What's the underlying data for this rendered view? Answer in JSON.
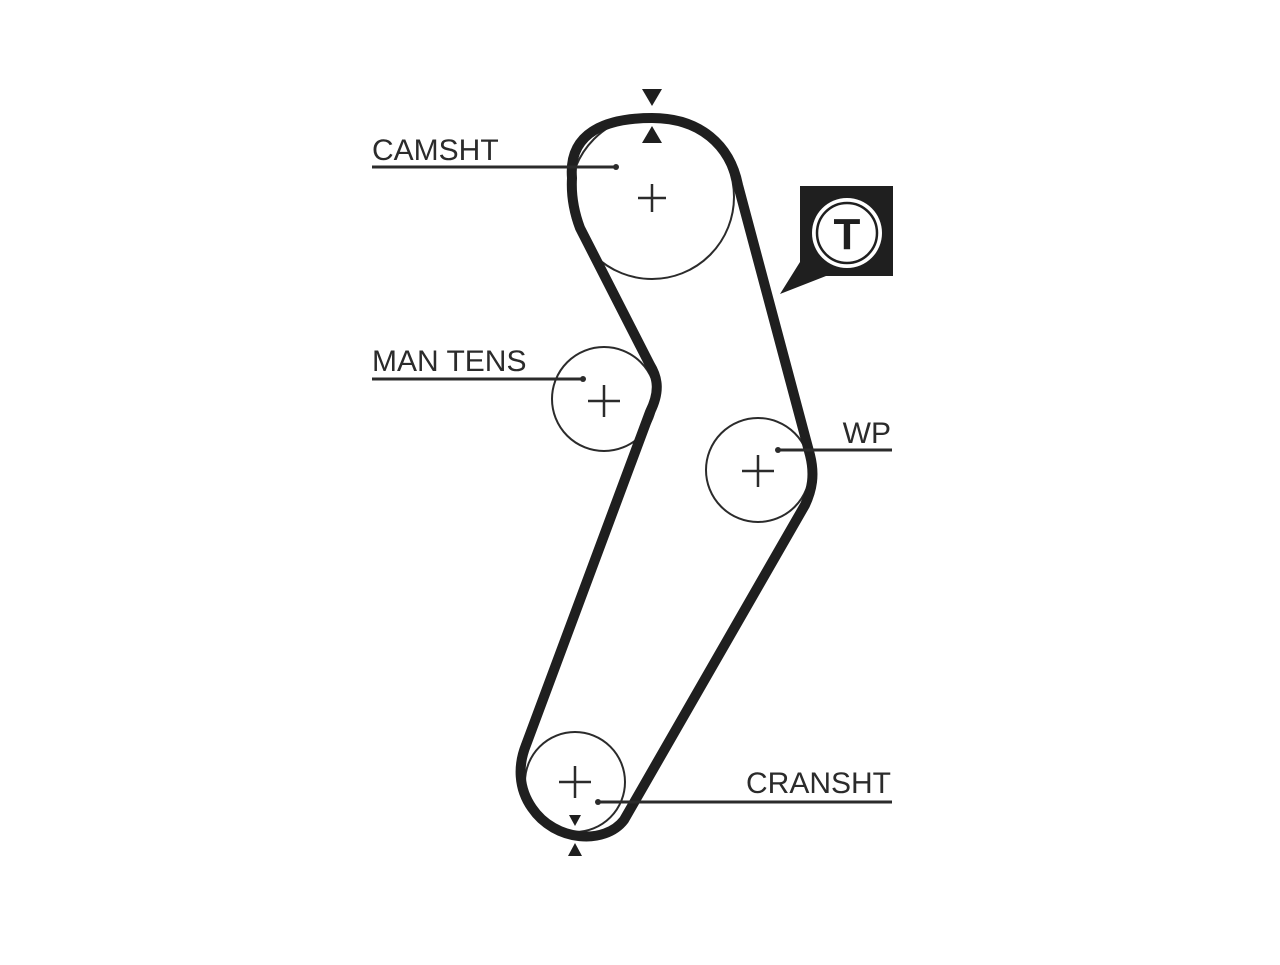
{
  "diagram": {
    "labels": {
      "camshaft": "CAMSHT",
      "manual_tensioner": "MAN TENS",
      "water_pump": "WP",
      "crankshaft": "CRANSHT"
    },
    "tension_badge": "T",
    "colors": {
      "ink": "#1f1f1f",
      "pulley_outline": "#2b2b2b",
      "badge_bg": "#1f1f1f",
      "badge_fg": "#ffffff",
      "background": "#ffffff"
    }
  }
}
